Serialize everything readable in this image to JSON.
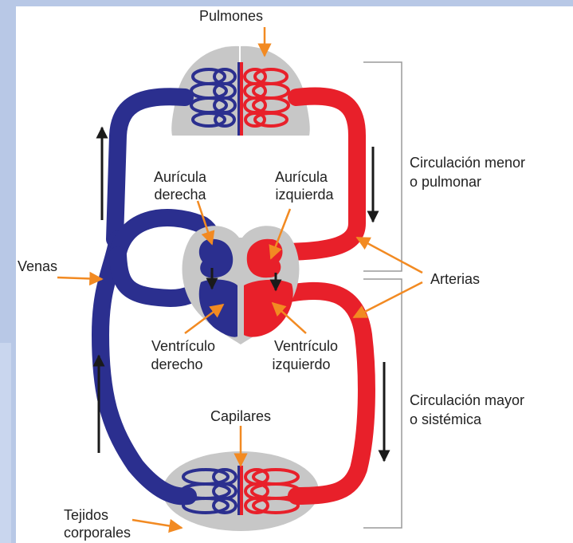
{
  "labels": {
    "pulmones": "Pulmones",
    "auricula_derecha_1": "Aurícula",
    "auricula_derecha_2": "derecha",
    "auricula_izquierda_1": "Aurícula",
    "auricula_izquierda_2": "izquierda",
    "venas": "Venas",
    "arterias": "Arterias",
    "ventriculo_derecho_1": "Ventrículo",
    "ventriculo_derecho_2": "derecho",
    "ventriculo_izquierdo_1": "Ventrículo",
    "ventriculo_izquierdo_2": "izquierdo",
    "capilares": "Capilares",
    "tejidos_1": "Tejidos",
    "tejidos_2": "corporales",
    "circ_menor_1": "Circulación menor",
    "circ_menor_2": "o pulmonar",
    "circ_mayor_1": "Circulación mayor",
    "circ_mayor_2": "o sistémica"
  },
  "colors": {
    "vein_blue": "#2b2f8f",
    "artery_red": "#e8202a",
    "pointer_orange": "#f28a22",
    "organ_gray": "#c7c7c7",
    "flow_arrow": "#1a1a1a",
    "bracket": "#9a9a9a"
  }
}
